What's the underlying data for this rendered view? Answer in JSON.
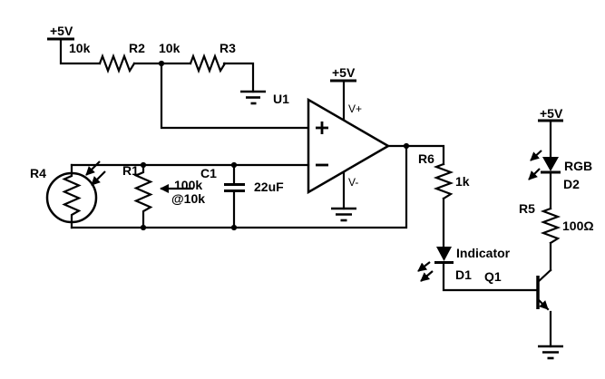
{
  "diagram": {
    "background_color": "#ffffff",
    "stroke_color": "#000000"
  },
  "power": {
    "vcc_top_left": "+5V",
    "vcc_opamp": "+5V",
    "vcc_led": "+5V"
  },
  "components": {
    "r2": {
      "ref": "R2",
      "value": "10k"
    },
    "r3": {
      "ref": "R3",
      "value": "10k"
    },
    "u1": {
      "ref": "U1",
      "vplus_pin": "V+",
      "vminus_pin": "V-"
    },
    "r4": {
      "ref": "R4"
    },
    "r1": {
      "ref": "R1",
      "value": "100k",
      "setting": "@10k"
    },
    "c1": {
      "ref": "C1",
      "value": "22uF"
    },
    "r6": {
      "ref": "R6",
      "value": "1k"
    },
    "d1": {
      "ref": "D1",
      "name": "Indicator"
    },
    "q1": {
      "ref": "Q1"
    },
    "d2": {
      "ref": "D2",
      "name": "RGB"
    },
    "r5": {
      "ref": "R5",
      "value": "100Ω"
    }
  }
}
